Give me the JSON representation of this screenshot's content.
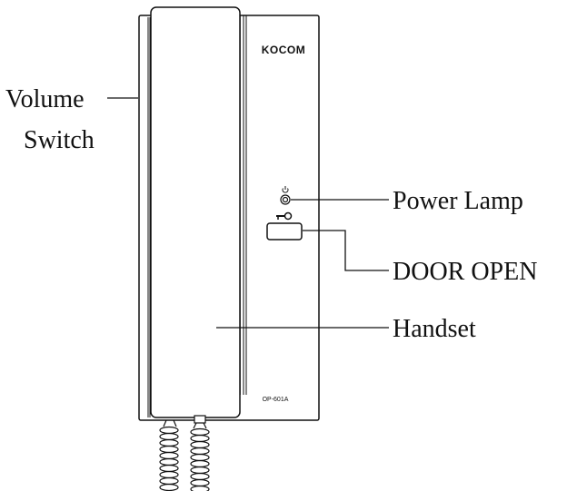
{
  "device": {
    "brand": "KOCOM",
    "model": "OP-601A"
  },
  "labels": {
    "volume_line1": "Volume",
    "volume_line2": "Switch",
    "power_lamp": "Power Lamp",
    "door_open": "DOOR OPEN",
    "handset": "Handset"
  },
  "icons": {
    "power": "power-icon",
    "key": "key-icon"
  }
}
